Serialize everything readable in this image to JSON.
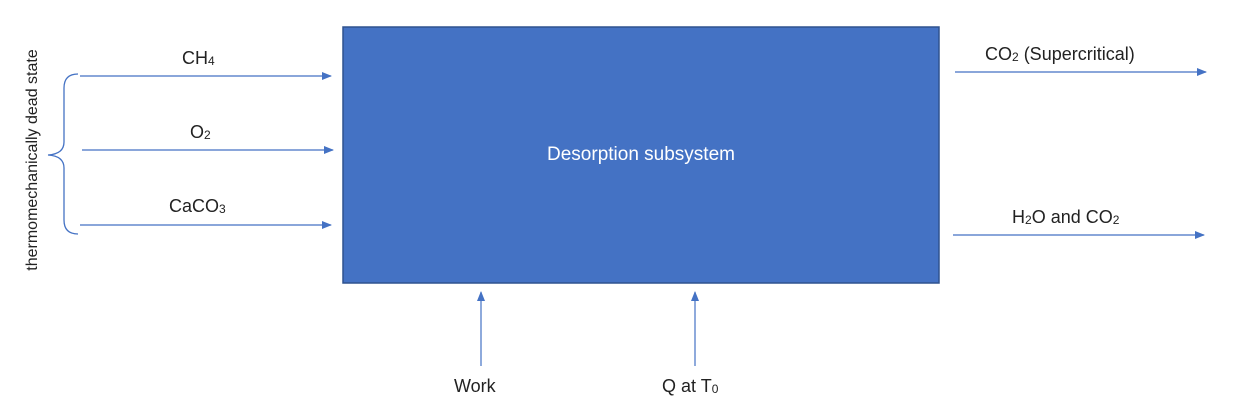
{
  "colors": {
    "box_fill": "#4472C4",
    "box_stroke": "#2F528F",
    "arrow": "#4472C4",
    "text": "#222222",
    "box_text": "#FFFFFF"
  },
  "box": {
    "label": "Desorption subsystem"
  },
  "source_label": "thermomechanically dead state",
  "inputs": [
    {
      "base": "CH",
      "sub": "4",
      "rest": ""
    },
    {
      "base": "O",
      "sub": "2",
      "rest": ""
    },
    {
      "base": "CaCO",
      "sub": "3",
      "rest": ""
    }
  ],
  "outputs": [
    {
      "base": "CO",
      "sub": "2",
      "rest": " (Supercritical)"
    },
    {
      "base": "H",
      "sub": "2",
      "rest": "O and CO",
      "sub2": "2"
    }
  ],
  "bottom_inputs": {
    "work": "Work",
    "heat": {
      "base": "Q at T",
      "sub": "0"
    }
  }
}
